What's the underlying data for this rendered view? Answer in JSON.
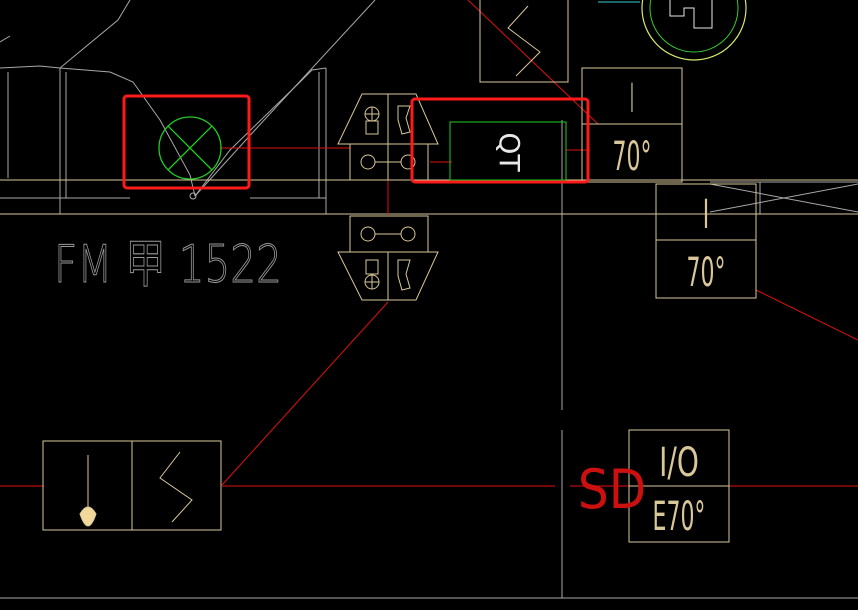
{
  "drawing": {
    "fire_damper_label": "FM 甲 1522",
    "control_box_text": "QT",
    "damper_top": {
      "upper": "I",
      "lower": "70°"
    },
    "damper_mid": {
      "upper": "I",
      "lower": "70°"
    },
    "damper_bottom": {
      "upper": "I/O",
      "lower": "E70°"
    },
    "smoke_label": "SD"
  },
  "colors": {
    "background": "#000000",
    "frame": "#dccb9a",
    "red_line": "#e01010",
    "highlight": "#ff1a1a",
    "green": "#22cc22",
    "yellow": "#e0e070",
    "gray": "#b0b0b0",
    "cyan": "#33cccc"
  }
}
